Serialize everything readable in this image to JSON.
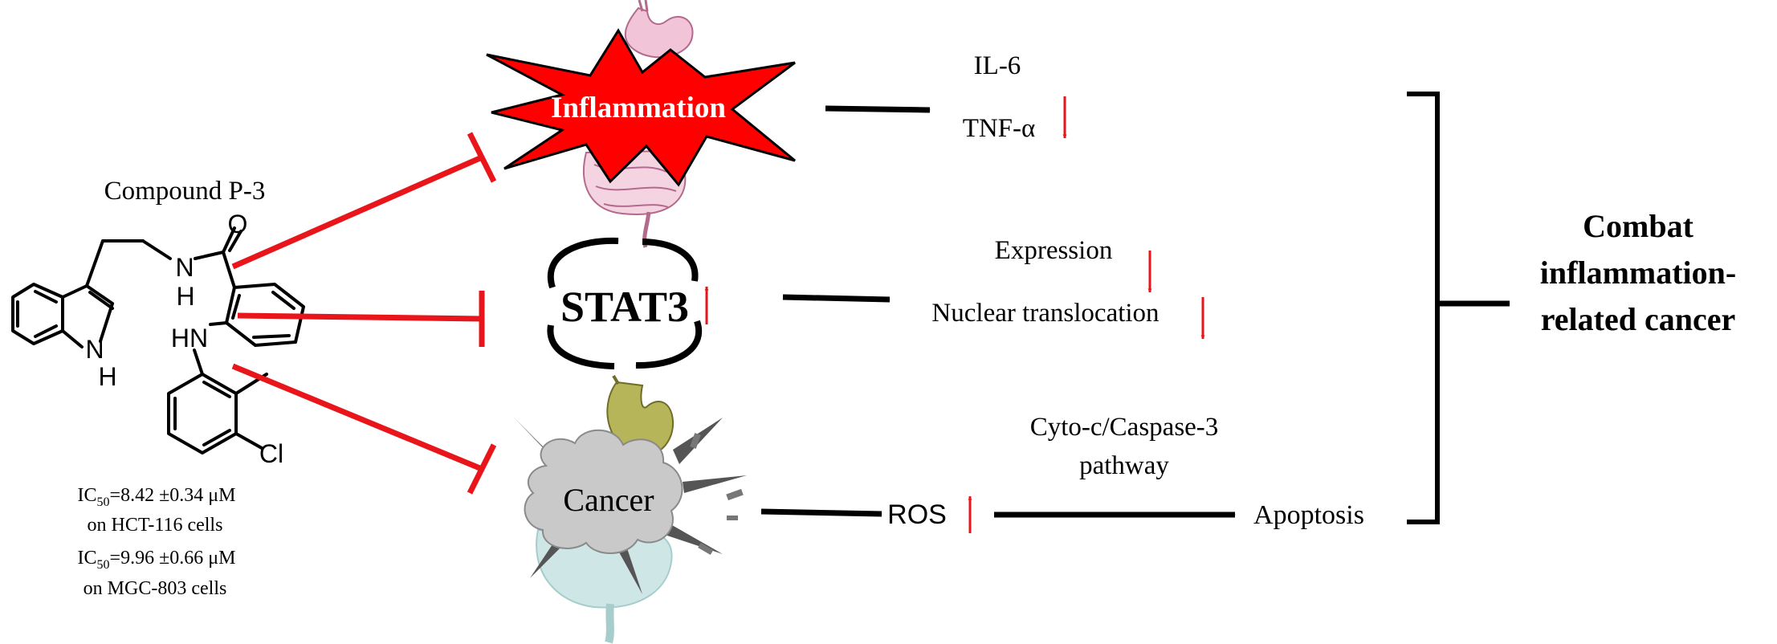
{
  "compound": {
    "name": "Compound P-3",
    "atom_n1": "N",
    "atom_h1": "H",
    "atom_o": "O",
    "atom_hn": "HN",
    "atom_n2": "N",
    "atom_h2": "H",
    "atom_cl": "Cl",
    "ic50_prefix": "IC",
    "ic50_sub": "50",
    "ic50_hct_value": "=8.42 ±0.34 μM",
    "ic50_hct_cells": "on HCT-116 cells",
    "ic50_mgc_value": "=9.96 ±0.66 μM",
    "ic50_mgc_cells": "on MGC-803 cells"
  },
  "targets": {
    "inflammation": "Inflammation",
    "stat3": "STAT3",
    "cancer": "Cancer"
  },
  "outcomes": {
    "il6": "IL-6",
    "tnf": "TNF-α",
    "expression": "Expression",
    "nuclear": "Nuclear translocation",
    "ros": "ROS",
    "pathway_line1": "Cyto-c/Caspase-3",
    "pathway_line2": "pathway",
    "apoptosis": "Apoptosis"
  },
  "result": {
    "line1": "Combat",
    "line2": "inflammation-",
    "line3": "related cancer"
  },
  "colors": {
    "inhibit": "#e8161b",
    "arrow": "#000000",
    "burst": "#ff0000",
    "cloud": "#c9c9c9",
    "organ_pink": "#f2c4d7",
    "organ_olive": "#b6b55a",
    "organ_teal": "#cfe6e6"
  }
}
